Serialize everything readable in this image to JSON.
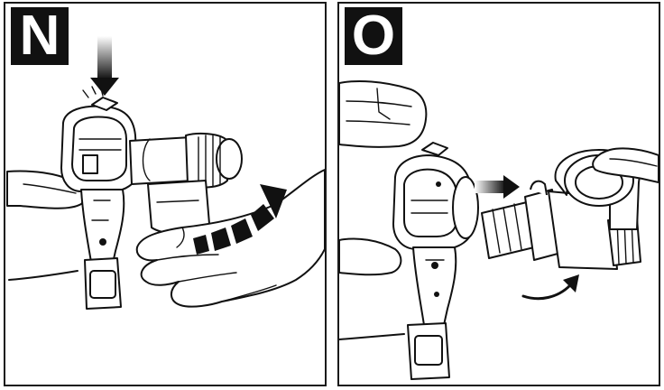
{
  "panels": [
    {
      "id": "N",
      "label": "N"
    },
    {
      "id": "O",
      "label": "O"
    }
  ],
  "colors": {
    "ink": "#111111",
    "paper": "#ffffff"
  }
}
